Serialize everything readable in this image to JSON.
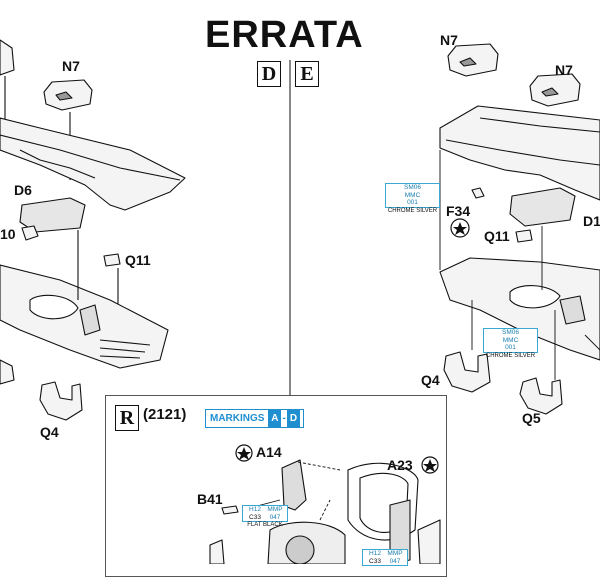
{
  "title": "ERRATA",
  "version_letters": [
    "D",
    "E"
  ],
  "left_panel": {
    "labels": [
      "N7",
      "D6",
      "10",
      "Q11",
      "Q4"
    ]
  },
  "right_panel": {
    "labels": [
      "N7",
      "N7",
      "F34",
      "Q11",
      "D1",
      "Q4",
      "Q5"
    ],
    "paint_1": {
      "lines": [
        "SM06",
        "MMC",
        "001"
      ],
      "name": "CHROME SILVER"
    },
    "paint_2": {
      "lines": [
        "SM06",
        "MMC",
        "001"
      ],
      "name": "CHROME SILVER"
    }
  },
  "section_r": {
    "letter": "R",
    "code": "(2121)",
    "markings_label": "MARKINGS",
    "markings_from": "A",
    "markings_sep": "-",
    "markings_to": "D",
    "labels": [
      "A14",
      "A23",
      "B41"
    ],
    "paint_1": {
      "codes": [
        "H12",
        "MMP",
        "C33",
        "047"
      ],
      "name": "FLAT BLACK"
    },
    "paint_2": {
      "codes": [
        "H12",
        "MMP",
        "C33",
        "047"
      ]
    }
  },
  "colors": {
    "accent": "#1f8fd0",
    "paint_box": "#39a9d4"
  }
}
